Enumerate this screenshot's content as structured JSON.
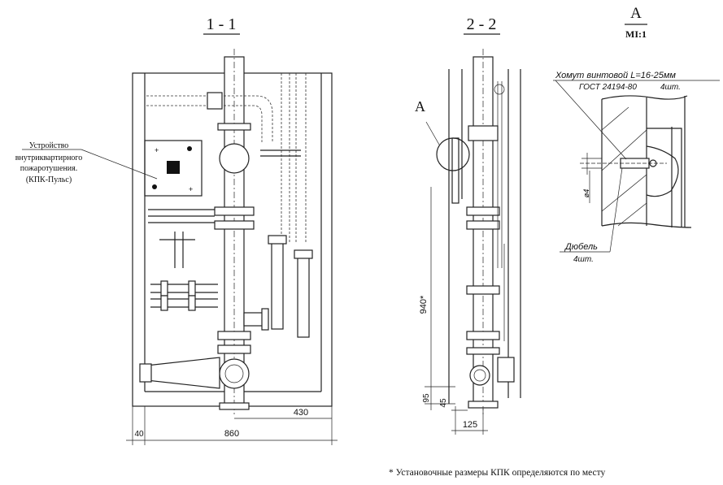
{
  "section_1": {
    "title": "1 - 1"
  },
  "section_2": {
    "title": "2 - 2"
  },
  "detail": {
    "title": "A",
    "scale": "MI:1",
    "marker": "A"
  },
  "device_label": [
    "Устройство",
    "внутриквартирного",
    "пожаротушения.",
    "(КПК-Пульс)"
  ],
  "clamp_label": {
    "line1": "Хомут винтовой L=16-25мм",
    "line2": "ГОСТ 24194-80",
    "qty": "4шт."
  },
  "dowel_label": {
    "line1": "Дюбель",
    "qty": "4шт."
  },
  "diameter_label": "ø4",
  "dimensions_1": {
    "d430": "430",
    "d40": "40",
    "d860": "860"
  },
  "dimensions_2": {
    "d940": "940*",
    "d95": "95",
    "d45": "45",
    "d125": "125"
  },
  "footnote": "* Установочные размеры КПК определяются по месту"
}
